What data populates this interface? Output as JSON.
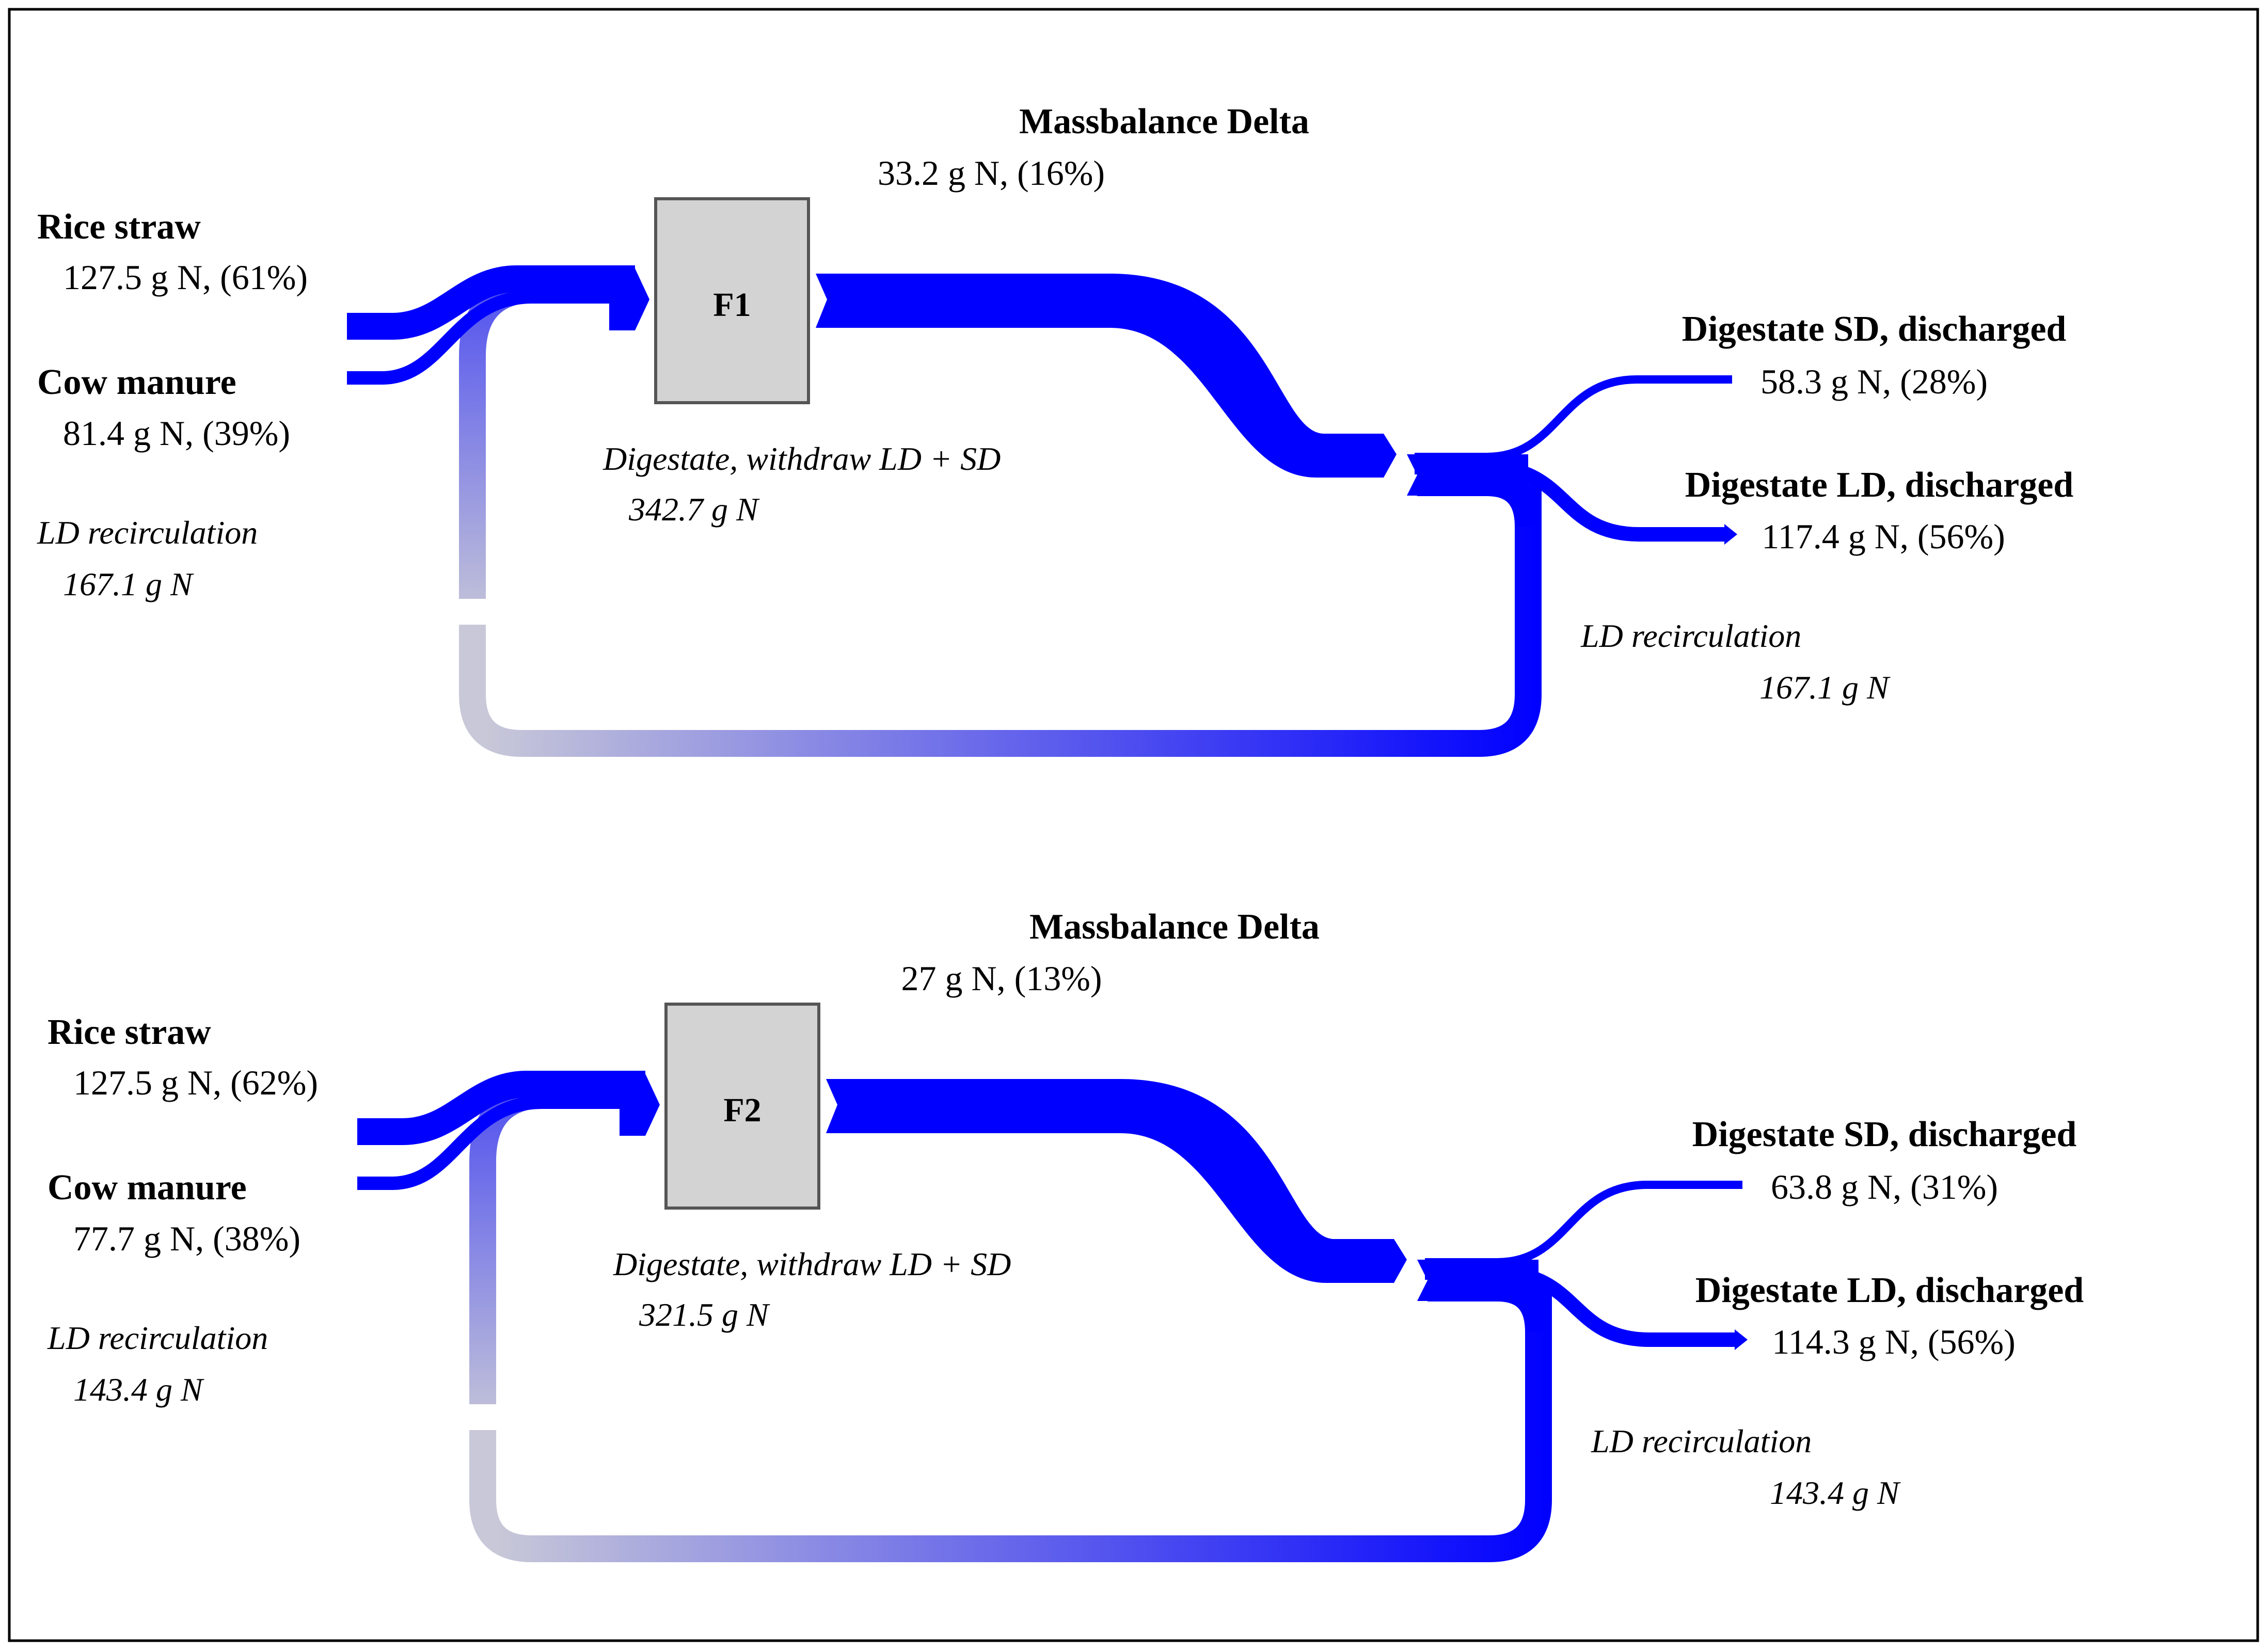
{
  "colors": {
    "flow": "#0000ff",
    "recirc_faded": "#c8c8d8",
    "box_fill": "#d3d3d3",
    "box_stroke": "#555555",
    "frame": "#000000"
  },
  "panels": [
    {
      "box_label": "F1",
      "rice_straw": {
        "name": "Rice straw",
        "value": "127.5 g  N, (61%)"
      },
      "cow_manure": {
        "name": "Cow manure",
        "value": "81.4 g  N, (39%)"
      },
      "ld_recirc_in": {
        "name": "LD recirculation",
        "value": "167.1 g  N"
      },
      "massbalance": {
        "name": "Massbalance Delta",
        "value": "33.2 g  N, (16%)"
      },
      "withdraw": {
        "name": "Digestate, withdraw LD + SD",
        "value": "342.7 g  N"
      },
      "sd_discharged": {
        "name": "Digestate SD, discharged",
        "value": "58.3 g  N, (28%)"
      },
      "ld_discharged": {
        "name": "Digestate LD, discharged",
        "value": "117.4 g  N, (56%)"
      },
      "ld_recirc_out": {
        "name": "LD recirculation",
        "value": "167.1 g  N"
      }
    },
    {
      "box_label": "F2",
      "rice_straw": {
        "name": "Rice straw",
        "value": "127.5 g  N, (62%)"
      },
      "cow_manure": {
        "name": "Cow manure",
        "value": "77.7 g  N, (38%)"
      },
      "ld_recirc_in": {
        "name": "LD recirculation",
        "value": "143.4 g  N"
      },
      "massbalance": {
        "name": "Massbalance Delta",
        "value": "27 g  N, (13%)"
      },
      "withdraw": {
        "name": "Digestate, withdraw LD + SD",
        "value": "321.5 g  N"
      },
      "sd_discharged": {
        "name": "Digestate SD, discharged",
        "value": "63.8 g  N, (31%)"
      },
      "ld_discharged": {
        "name": "Digestate LD, discharged",
        "value": "114.3 g  N, (56%)"
      },
      "ld_recirc_out": {
        "name": "LD recirculation",
        "value": "143.4 g  N"
      }
    }
  ]
}
